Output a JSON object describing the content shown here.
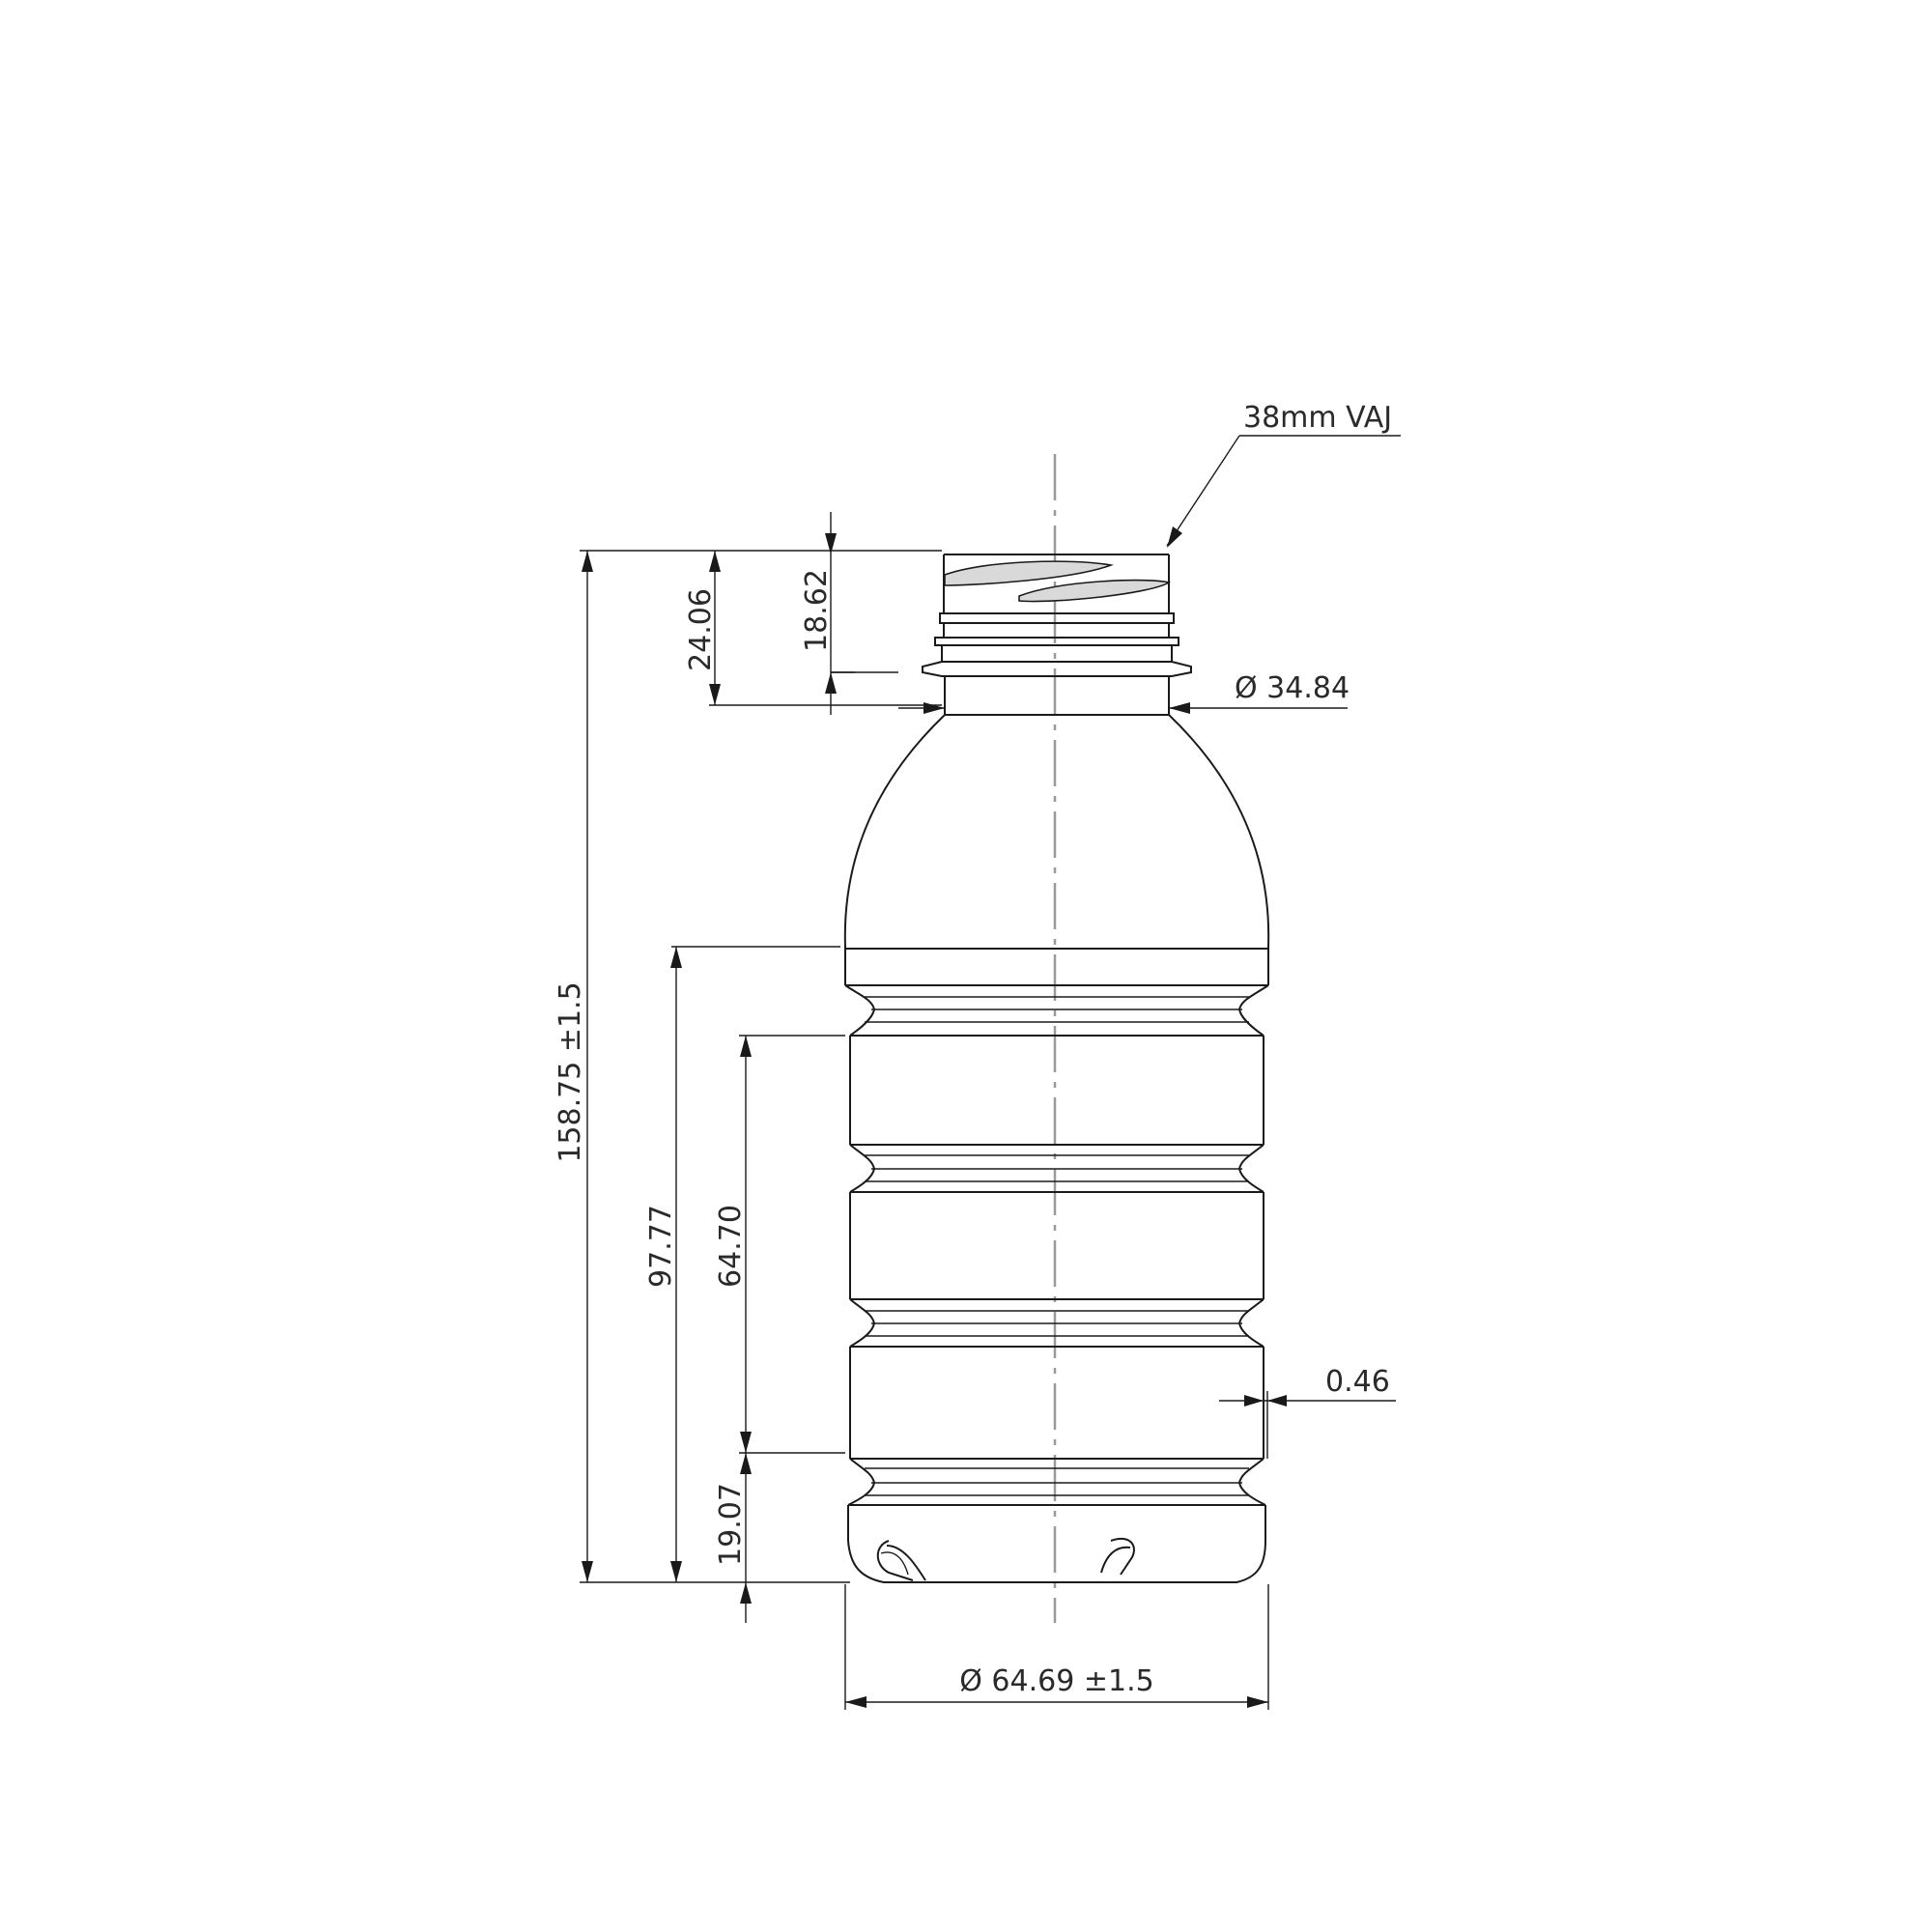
{
  "drawing": {
    "callout_finish": "38mm VAJ",
    "dimensions": {
      "overall_height": "158.75 ±1.5",
      "neck_height": "24.06",
      "finish_height": "18.62",
      "neck_diameter": "Ø 34.84",
      "label_panel_height": "97.77",
      "rib_section_height": "64.70",
      "base_height": "19.07",
      "rib_depth": "0.46",
      "body_diameter": "Ø 64.69 ±1.5"
    }
  }
}
